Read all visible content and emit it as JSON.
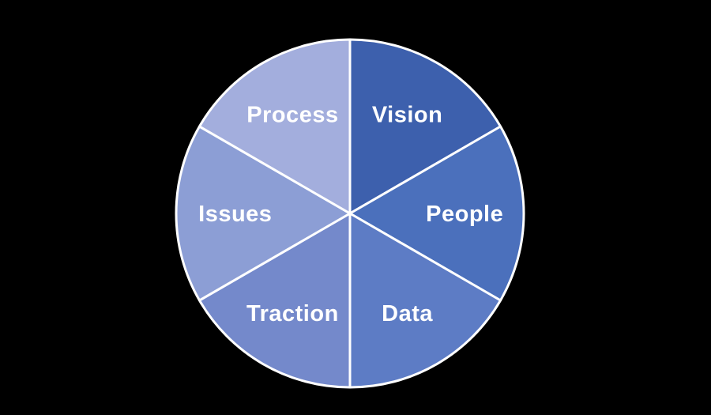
{
  "background_color": "#000000",
  "chart_data": {
    "type": "pie",
    "title": "",
    "categories": [
      "Vision",
      "People",
      "Data",
      "Traction",
      "Issues",
      "Process"
    ],
    "values": [
      1,
      1,
      1,
      1,
      1,
      1
    ],
    "slice_angle_degrees": 60,
    "colors": [
      "#3D60AD",
      "#4B70BC",
      "#5D7CC5",
      "#7489CB",
      "#8C9ED5",
      "#A3AEDD"
    ],
    "label_color": "#FFFFFF",
    "slice_border_color": "#FFFFFF",
    "slice_border_width": 3,
    "start_angle_deg": 0,
    "direction": "clockwise",
    "center": [
      443,
      270
    ],
    "radius": 220,
    "label_radius_fraction": 0.66,
    "legend": "none",
    "data_labels": "category-name-inside"
  }
}
